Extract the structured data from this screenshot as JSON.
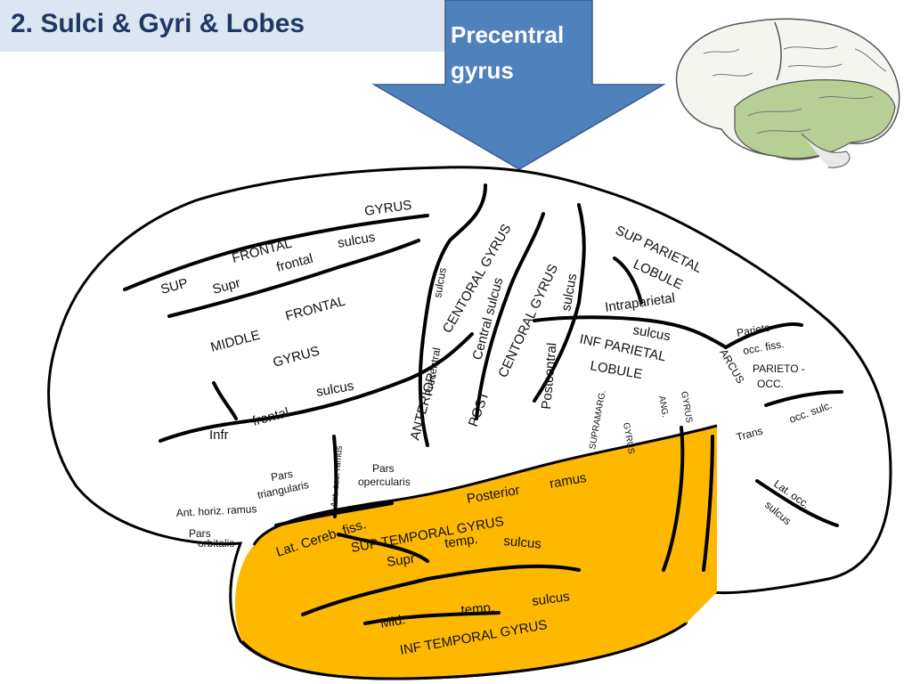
{
  "slide": {
    "title": "2. Sulci & Gyri  & Lobes",
    "arrow_label_line1": "Precentral",
    "arrow_label_line2": "gyrus"
  },
  "colors": {
    "title_bar": "#dce6f2",
    "title_text": "#1f3864",
    "arrow_fill": "#4f81bd",
    "temporal_lobe": "#ffb800",
    "thumbnail_highlight": "#b7cf95"
  },
  "labels": {
    "sup": "SUP",
    "frontal": "FRONTAL",
    "gyrus_top": "GYRUS",
    "supr": "Supr",
    "frontal_sulcus_word": "frontal",
    "sulcus_upper": "sulcus",
    "middle": "MIDDLE",
    "frontal_mid": "FRONTAL",
    "gyrus_mid": "GYRUS",
    "infr": "Infr",
    "frontal_infr": "frontal",
    "sulcus_infr": "sulcus",
    "precentral_sulcus_a": "sulcus",
    "precentral_small": "Precentral",
    "anterior": "ANTERIOR",
    "central_gyrus_a": "CENTORAL GYRUS",
    "central_sulcus": "Central sulcus",
    "post": "POST",
    "central_gyrus_b": "CENTORAL GYRUS",
    "sulcus_post": "sulcus",
    "postcentral": "Postcentral",
    "sup_parietal": "SUP PARIETAL",
    "lobule_top": "LOBULE",
    "intraparietal": "Intraparietal",
    "sulcus_ip": "sulcus",
    "inf_parietal": "INF PARIETAL",
    "lobule_inf": "LOBULE",
    "parieto_occ": "Parieto",
    "occ_fiss": "occ. fiss.",
    "arcus": "ARCUS",
    "parieto_occ2": "PARIETO -",
    "occ": "OCC.",
    "trans": "Trans",
    "occ_sulc": "occ. sulc.",
    "lat_occ": "Lat. occ.",
    "sulcus_lat_occ": "sulcus",
    "supramarg": "SUPRAMARG.",
    "gyrus_sm": "GYRUS",
    "ang": "ANG.",
    "gyrus_ang": "GYRUS",
    "pars_triangularis_1": "Pars",
    "pars_triangularis_2": "triangularis",
    "ant_asc_ramus": "Ant. asc. ramus",
    "pars_opercularis_1": "Pars",
    "pars_opercularis_2": "opercularis",
    "ant_horiz_ramus": "Ant. horiz. ramus",
    "pars_orbitalis_1": "Pars",
    "pars_orbitalis_2": "orbitalis",
    "lat_cereb_fiss": "Lat. Cereb. fiss.",
    "posterior": "Posterior",
    "ramus": "ramus",
    "sup_temporal_gyrus": "SUP TEMPORAL GYRUS",
    "supr_temp": "Supr",
    "temp": "temp.",
    "sulcus_temp": "sulcus",
    "mid": "Mid.",
    "temp_mid": "temp.",
    "sulcus_mid": "sulcus",
    "inf_temporal_gyrus": "INF TEMPORAL GYRUS"
  }
}
